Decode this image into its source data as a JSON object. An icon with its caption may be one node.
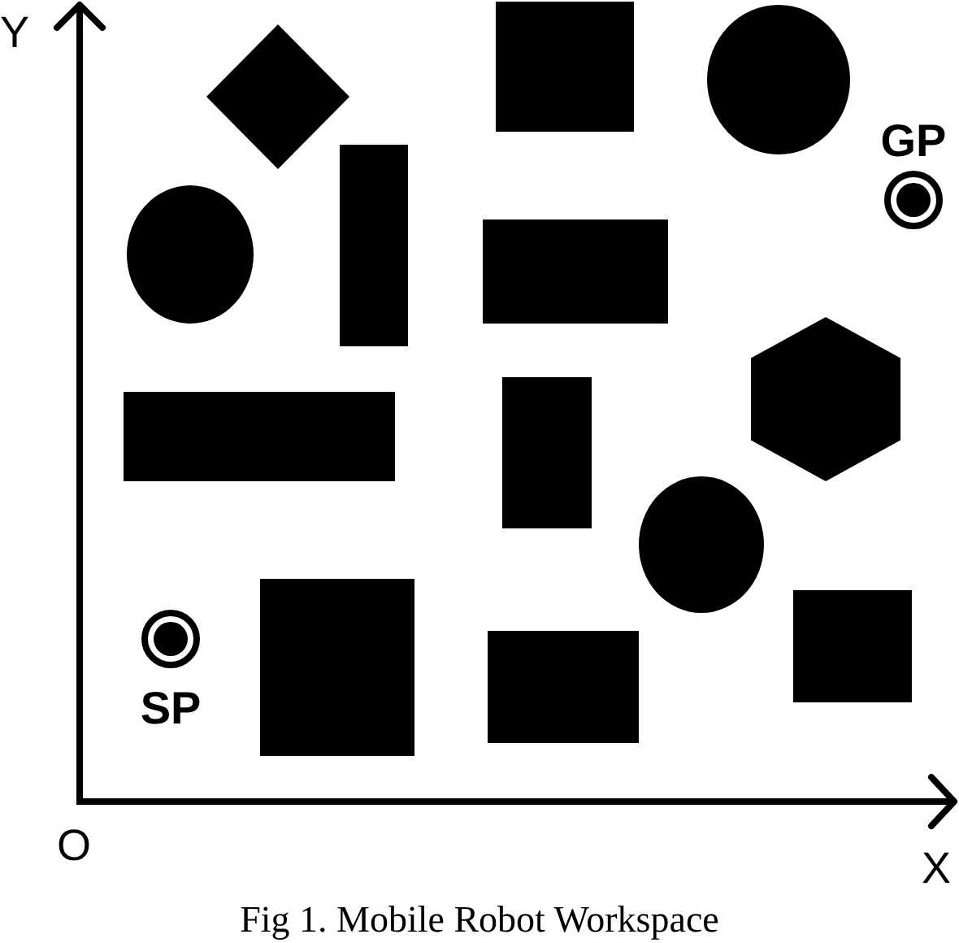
{
  "diagram": {
    "caption": "Fig 1. Mobile Robot Workspace",
    "nodes": [
      {
        "text": [],
        "shape": "box"
      },
      {
        "text": [],
        "shape": "circle"
      },
      {
        "text": [],
        "shape": "diamond"
      },
      {
        "text": [
          "GP"
        ]
      },
      {
        "text": [],
        "shape": "box"
      },
      {
        "text": [],
        "shape": "circle"
      },
      {
        "text": [],
        "shape": "box"
      },
      {
        "text": [],
        "shape": "hexagon"
      },
      {
        "text": [],
        "shape": "box"
      },
      {
        "text": [],
        "shape": "box"
      },
      {
        "text": [],
        "shape": "circle"
      },
      {
        "text": [],
        "shape": "box"
      },
      {
        "text": [],
        "shape": "box"
      },
      {
        "text": [
          "SP"
        ]
      },
      {
        "text": [],
        "shape": "box"
      }
    ],
    "labels": [
      "Y",
      "O",
      "X"
    ]
  }
}
